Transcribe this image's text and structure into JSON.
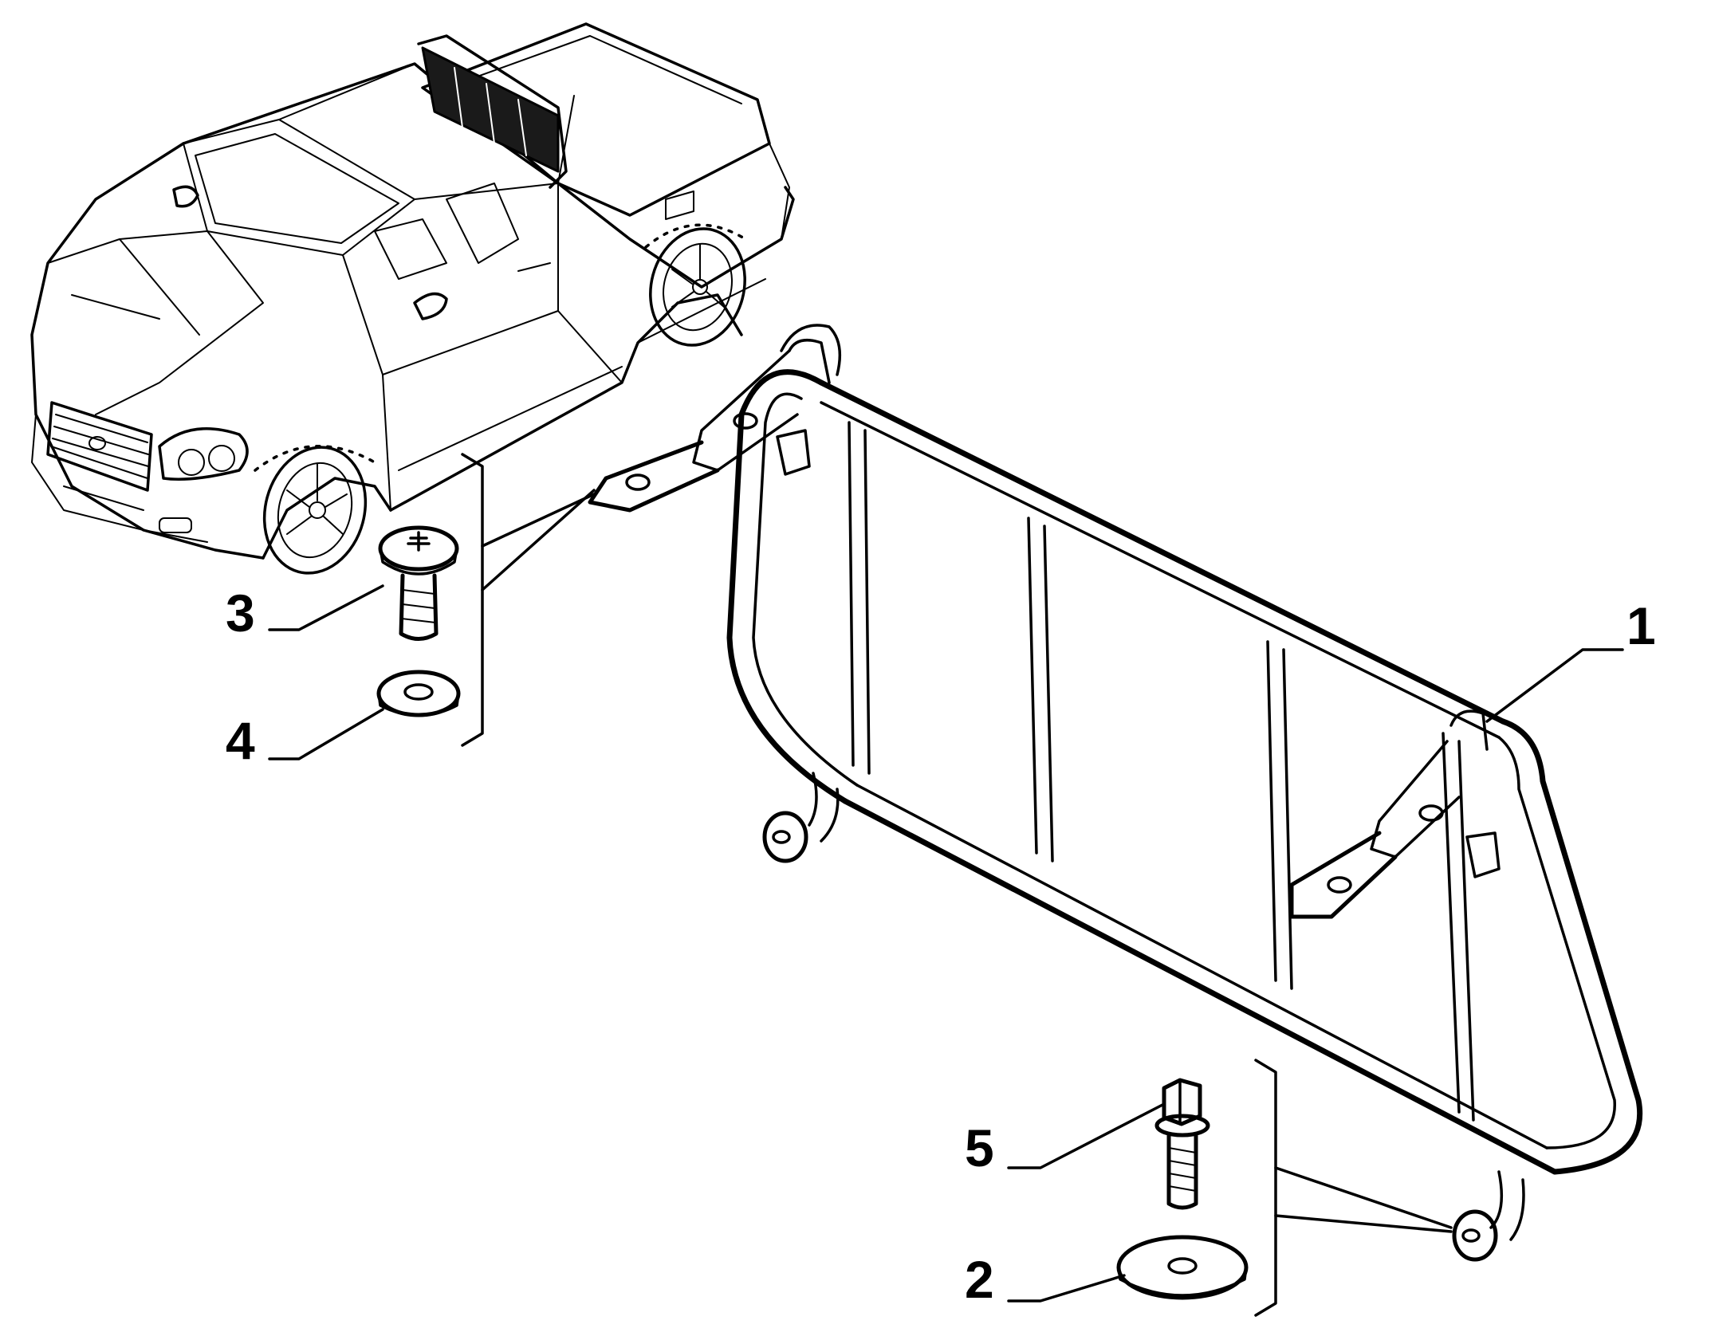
{
  "callouts": [
    {
      "id": "1",
      "text": "1"
    },
    {
      "id": "2",
      "text": "2"
    },
    {
      "id": "3",
      "text": "3"
    },
    {
      "id": "4",
      "text": "4"
    },
    {
      "id": "5",
      "text": "5"
    }
  ],
  "icons": {
    "vehicle": "pickup-truck-icon",
    "part_1": "windbreak-frame-icon",
    "part_2": "large-washer-icon",
    "part_3": "screw-icon",
    "part_4": "small-washer-icon",
    "part_5": "hex-bolt-icon"
  },
  "colors": {
    "ink": "#000000",
    "background": "#ffffff",
    "highlight_panel": "#1a1a1a"
  }
}
